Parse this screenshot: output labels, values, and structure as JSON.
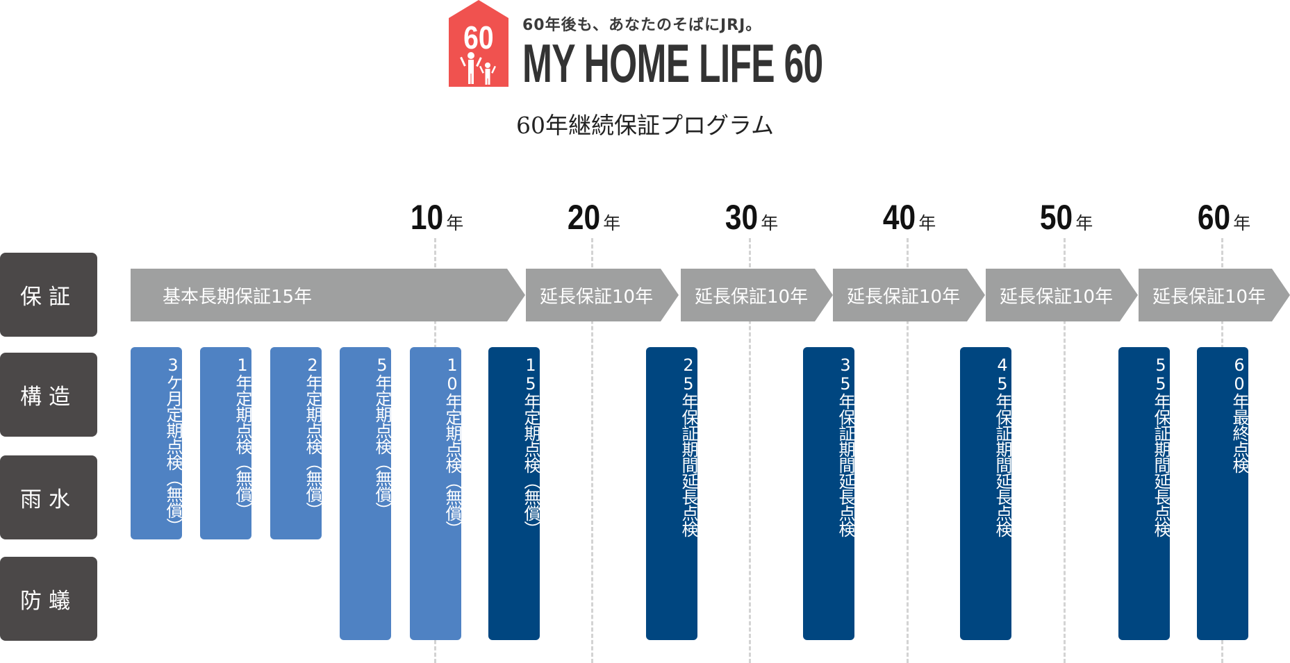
{
  "logo": {
    "house_number": "60",
    "tagline": "60年後も、あなたのそばにJRJ。",
    "brand": "MY HOME LIFE 60",
    "colors": {
      "house": "#f0524f",
      "text": "#333333"
    }
  },
  "subtitle": "60年継続保証プログラム",
  "years": [
    {
      "num": "10",
      "unit": "年"
    },
    {
      "num": "20",
      "unit": "年"
    },
    {
      "num": "30",
      "unit": "年"
    },
    {
      "num": "40",
      "unit": "年"
    },
    {
      "num": "50",
      "unit": "年"
    },
    {
      "num": "60",
      "unit": "年"
    }
  ],
  "rows": [
    {
      "label": "保証"
    },
    {
      "label": "構造"
    },
    {
      "label": "雨水"
    },
    {
      "label": "防蟻"
    }
  ],
  "warranty": {
    "base": "基本長期保証15年",
    "extensions": [
      "延長保証10年",
      "延長保証10年",
      "延長保証10年",
      "延長保証10年",
      "延長保証10年"
    ]
  },
  "inspections": [
    {
      "label": "3ケ月定期点検（無償）",
      "type": "free"
    },
    {
      "label": "1年定期点検（無償）",
      "type": "free"
    },
    {
      "label": "2年定期点検（無償）",
      "type": "free"
    },
    {
      "label": "5年定期点検（無償）",
      "type": "free"
    },
    {
      "label": "10年定期点検（無償）",
      "type": "free"
    },
    {
      "label": "15年定期点検（無償）",
      "type": "paid"
    },
    {
      "label": "25年保証期間延長点検",
      "type": "paid"
    },
    {
      "label": "35年保証期間延長点検",
      "type": "paid"
    },
    {
      "label": "45年保証期間延長点検",
      "type": "paid"
    },
    {
      "label": "55年保証期間延長点検",
      "type": "paid"
    },
    {
      "label": "60年最終点検",
      "type": "paid"
    }
  ],
  "colors": {
    "row_label": "#4b4848",
    "arrow": "#9fa0a0",
    "inspection_free": "#4f82c3",
    "inspection_paid": "#004680",
    "guide": "#d3d3d3"
  }
}
